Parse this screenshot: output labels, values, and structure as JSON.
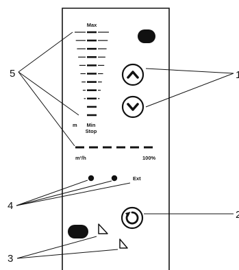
{
  "scale": {
    "top_label": "Max",
    "bottom_label_line1": "Min",
    "bottom_label_line2": "Stop",
    "side_label": "m",
    "bar_levels": 11
  },
  "flow": {
    "unit_label": "m³/h",
    "end_label": "100%"
  },
  "ext_label": "Ext",
  "callouts": {
    "left_scale": "5",
    "left_leds": "4",
    "left_modes": "3",
    "right_arrows": "1",
    "right_cycle": "2"
  },
  "icons": {
    "up": "chevron-up-icon",
    "down": "chevron-down-icon",
    "cycle": "rotate-icon",
    "mode_a": "quarter-wedge-icon",
    "mode_b": "eighth-wedge-icon"
  },
  "colors": {
    "ink": "#111111",
    "background": "#ffffff"
  }
}
